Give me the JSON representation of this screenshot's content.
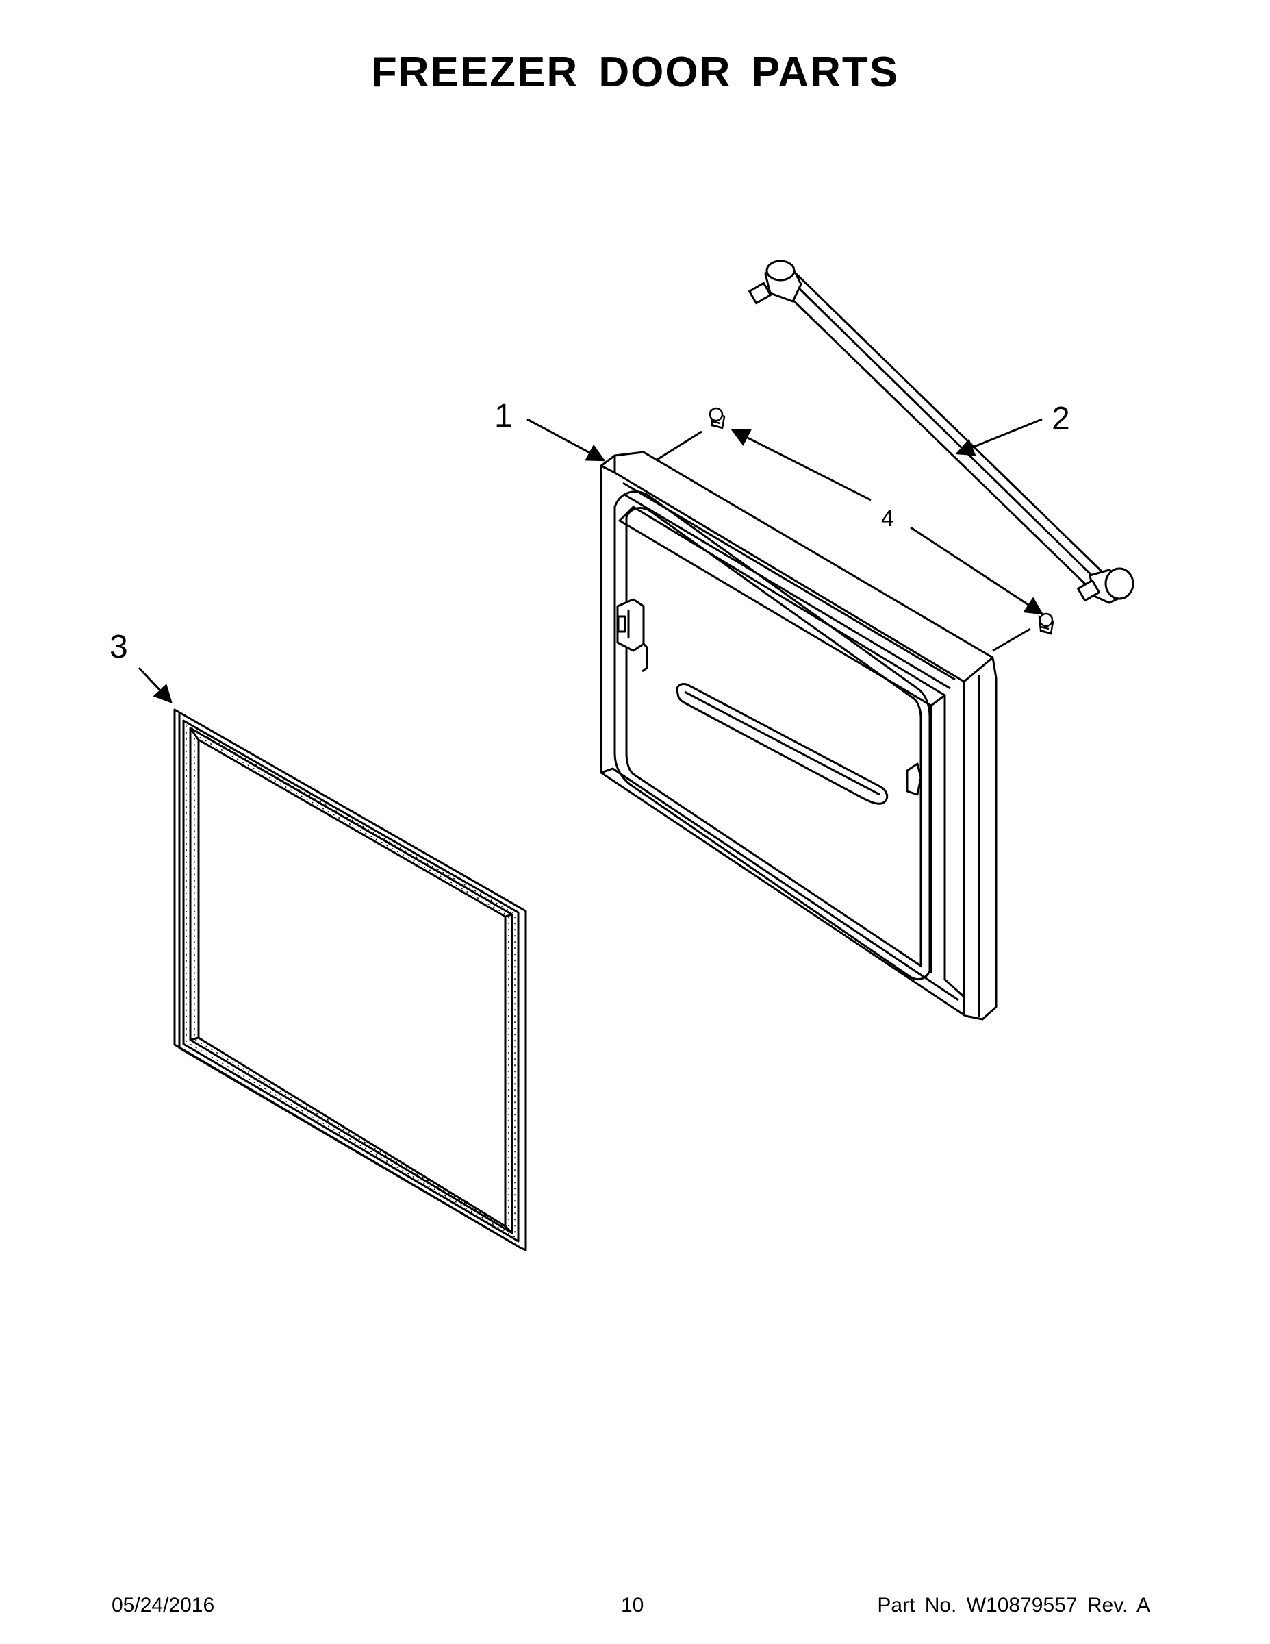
{
  "page": {
    "title": "FREEZER DOOR PARTS"
  },
  "callouts": {
    "door_assembly": "1",
    "handle": "2",
    "gasket": "3",
    "screws": "4"
  },
  "footer": {
    "date": "05/24/2016",
    "page_number": "10",
    "part_number": "Part No.  W10879557  Rev.  A"
  },
  "colors": {
    "line": "#000000",
    "background": "#ffffff"
  }
}
